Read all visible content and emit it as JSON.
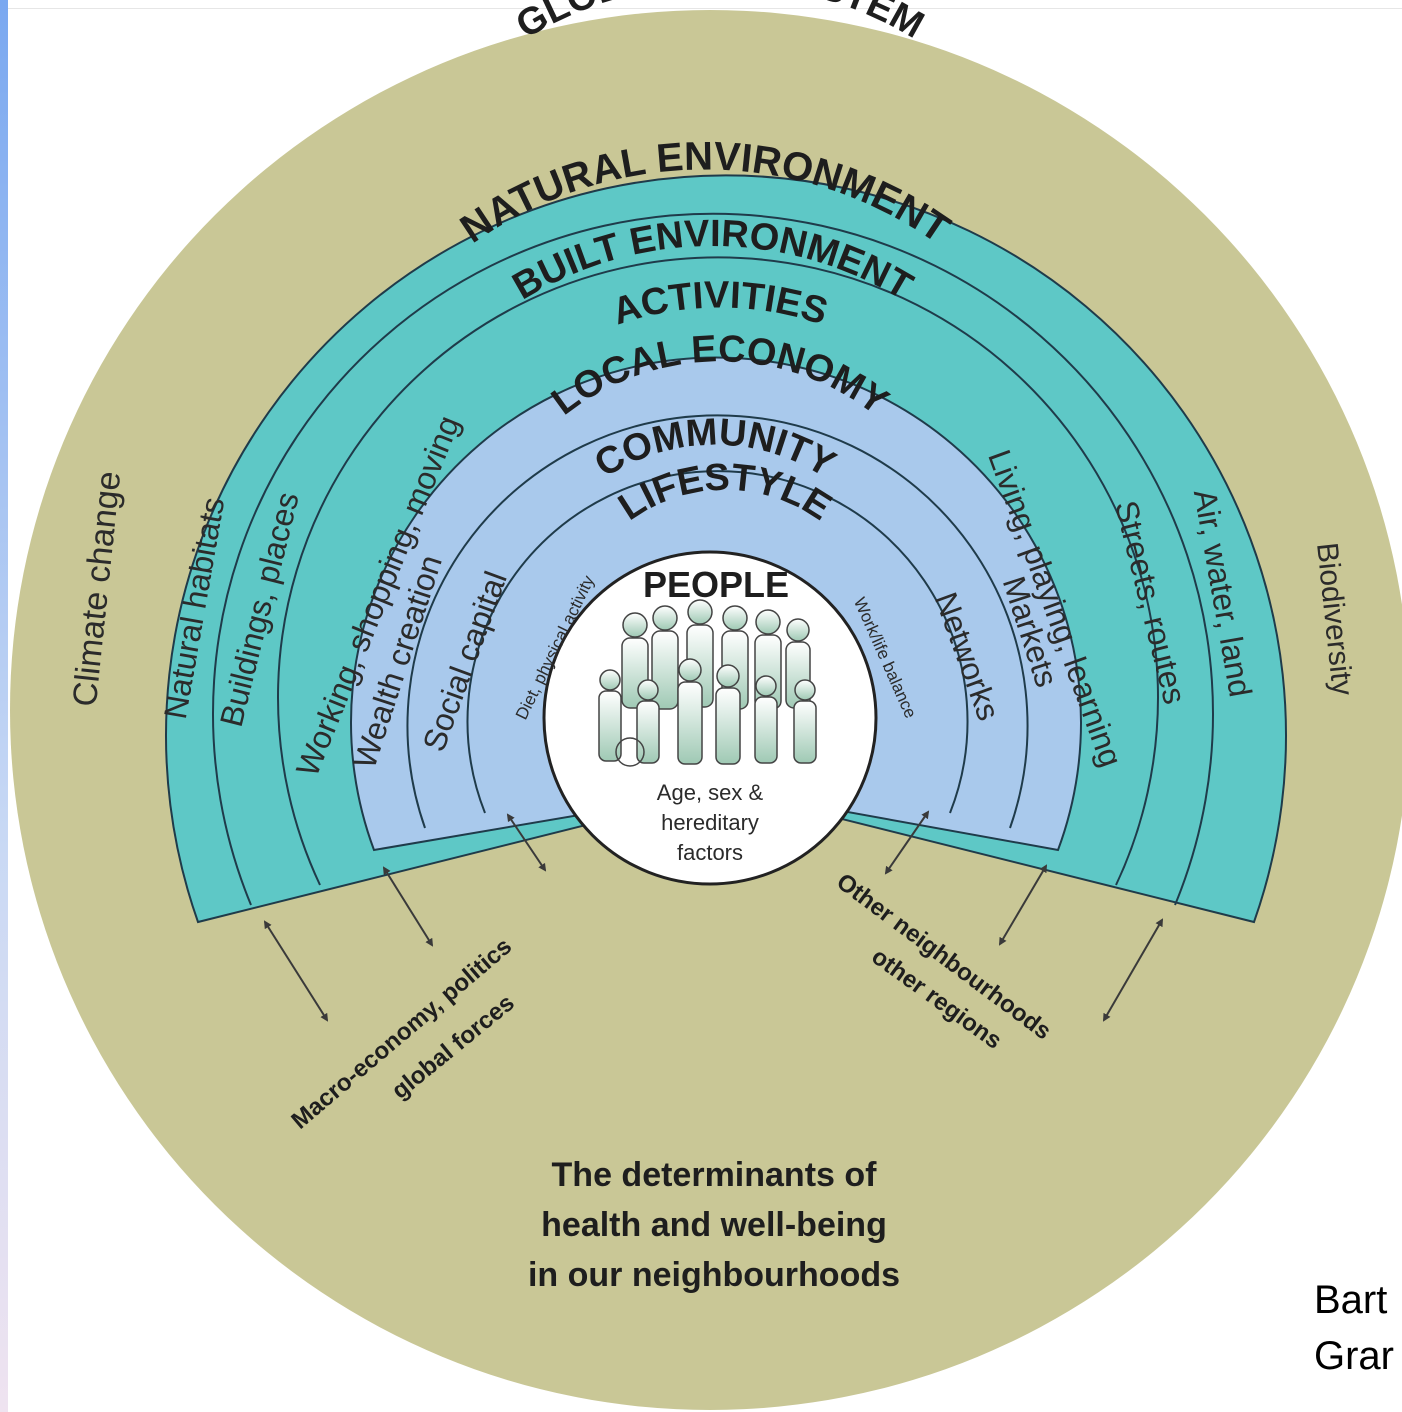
{
  "outer_label": "GLOBAL ECOSYSTEM",
  "side_labels": {
    "left": "Climate change",
    "right": "Biodiversity"
  },
  "rings": {
    "natural_environment": "NATURAL ENVIRONMENT",
    "built_environment": "BUILT ENVIRONMENT",
    "activities": "ACTIVITIES",
    "local_economy": "LOCAL ECONOMY",
    "community": "COMMUNITY",
    "lifestyle": "LIFESTYLE"
  },
  "left_items": {
    "natural_habitats": "Natural habitats",
    "buildings_places": "Buildings, places",
    "working": "Working, shopping, moving",
    "wealth_creation": "Wealth creation",
    "social_capital": "Social capital",
    "diet": "Diet, physical activity"
  },
  "right_items": {
    "air_water_land": "Air, water, land",
    "streets_routes": "Streets, routes",
    "living": "Living, playing, learning",
    "markets": "Markets",
    "networks": "Networks",
    "work_life": "Work/life balance"
  },
  "center": {
    "title": "PEOPLE",
    "caption_lines": [
      "Age, sex &",
      "hereditary",
      "factors"
    ]
  },
  "bottom_left_label_lines": [
    "Macro-economy, politics",
    "global forces"
  ],
  "bottom_right_label_lines": [
    "Other neighbourhoods",
    "other regions"
  ],
  "diagram_title_lines": [
    "The determinants of",
    "health and well-being",
    "in our neighbourhoods"
  ],
  "credit_lines": [
    "Bart",
    "Grar"
  ],
  "colors": {
    "outer": "#c9c796",
    "teal": "#5ec8c6",
    "light_blue": "#a9c9ec",
    "center": "#ffffff",
    "line": "#1f3b4a"
  }
}
